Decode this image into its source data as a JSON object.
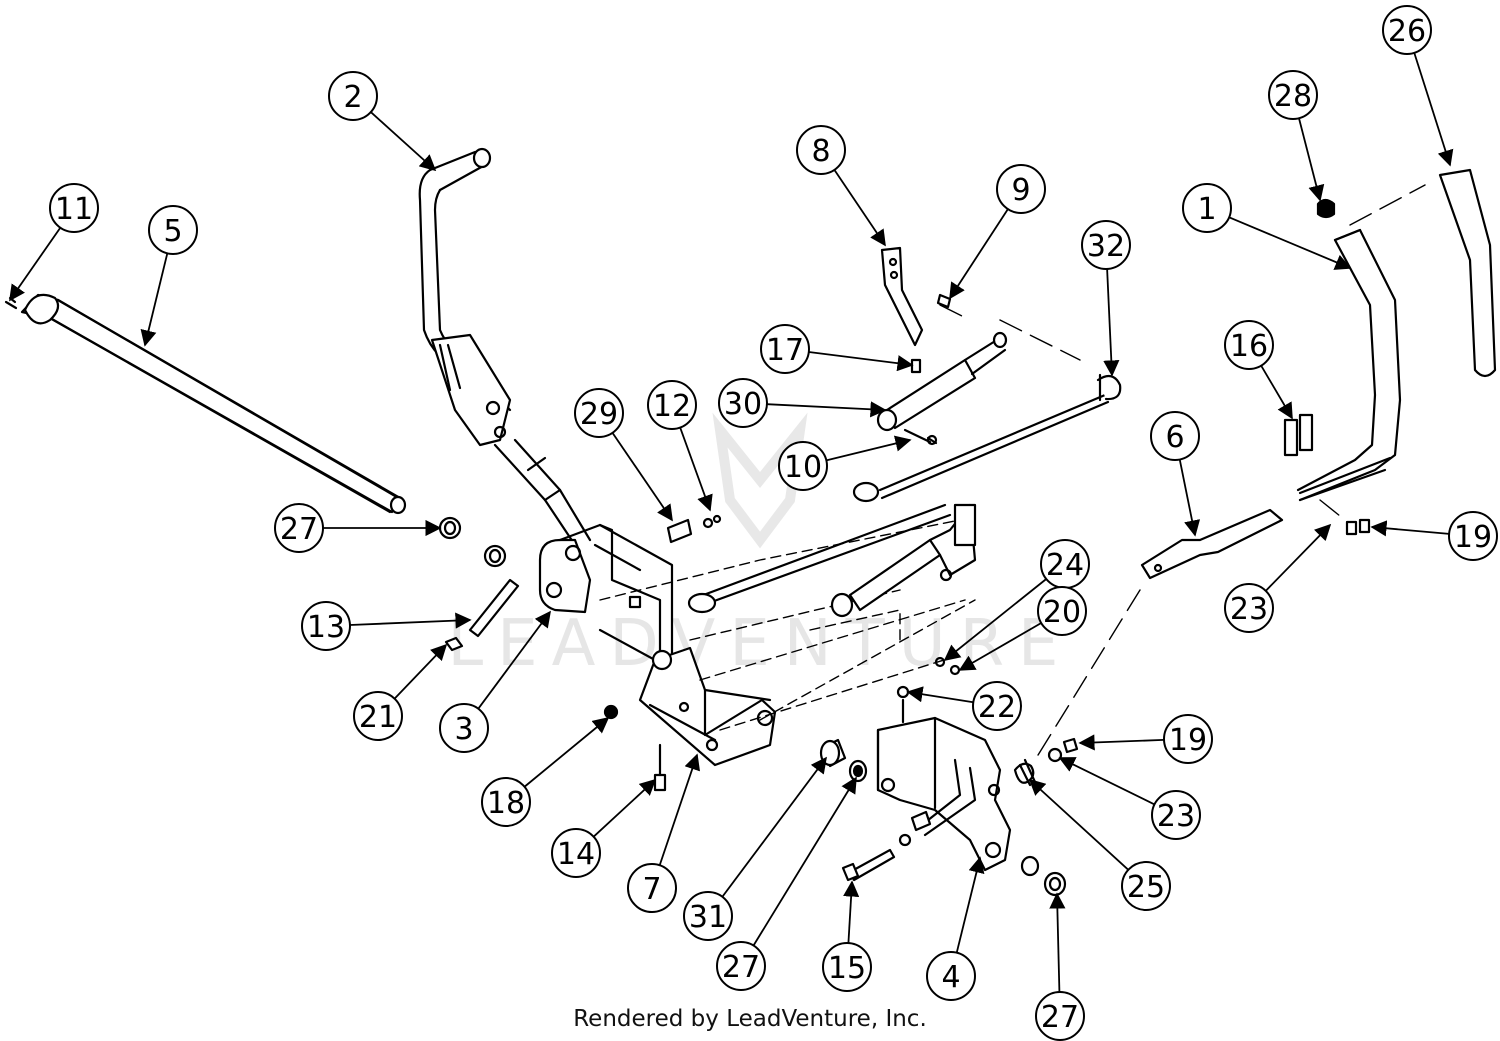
{
  "watermark": {
    "text": "LEADVENTURE"
  },
  "footer": {
    "text": "Rendered by LeadVenture, Inc."
  },
  "callouts": [
    {
      "id": "c2",
      "label": "2"
    },
    {
      "id": "c11",
      "label": "11"
    },
    {
      "id": "c5",
      "label": "5"
    },
    {
      "id": "c8",
      "label": "8"
    },
    {
      "id": "c9",
      "label": "9"
    },
    {
      "id": "c32",
      "label": "32"
    },
    {
      "id": "c17",
      "label": "17"
    },
    {
      "id": "c30",
      "label": "30"
    },
    {
      "id": "c10",
      "label": "10"
    },
    {
      "id": "c29",
      "label": "29"
    },
    {
      "id": "c12",
      "label": "12"
    },
    {
      "id": "c26",
      "label": "26"
    },
    {
      "id": "c28",
      "label": "28"
    },
    {
      "id": "c1",
      "label": "1"
    },
    {
      "id": "c16",
      "label": "16"
    },
    {
      "id": "c6",
      "label": "6"
    },
    {
      "id": "c19a",
      "label": "19"
    },
    {
      "id": "c23a",
      "label": "23"
    },
    {
      "id": "c27a",
      "label": "27"
    },
    {
      "id": "c13",
      "label": "13"
    },
    {
      "id": "c21",
      "label": "21"
    },
    {
      "id": "c3",
      "label": "3"
    },
    {
      "id": "c24",
      "label": "24"
    },
    {
      "id": "c20",
      "label": "20"
    },
    {
      "id": "c22",
      "label": "22"
    },
    {
      "id": "c19b",
      "label": "19"
    },
    {
      "id": "c23b",
      "label": "23"
    },
    {
      "id": "c25",
      "label": "25"
    },
    {
      "id": "c18",
      "label": "18"
    },
    {
      "id": "c14",
      "label": "14"
    },
    {
      "id": "c7",
      "label": "7"
    },
    {
      "id": "c31",
      "label": "31"
    },
    {
      "id": "c27b",
      "label": "27"
    },
    {
      "id": "c15",
      "label": "15"
    },
    {
      "id": "c4",
      "label": "4"
    },
    {
      "id": "c27c",
      "label": "27"
    }
  ]
}
